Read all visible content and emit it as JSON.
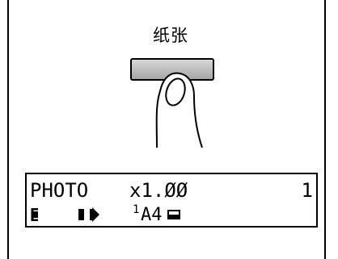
{
  "panel": {
    "key_label": "纸张"
  },
  "display": {
    "mode": "PHOTO",
    "zoom": "x1.ØØ",
    "copy_count": "1",
    "tray_number": "1",
    "paper_size": "A4"
  },
  "icons": [
    "pointing-finger-icon",
    "left-bracket-icon",
    "bar-icon",
    "arrow-right-icon",
    "paper-tray-icon"
  ]
}
